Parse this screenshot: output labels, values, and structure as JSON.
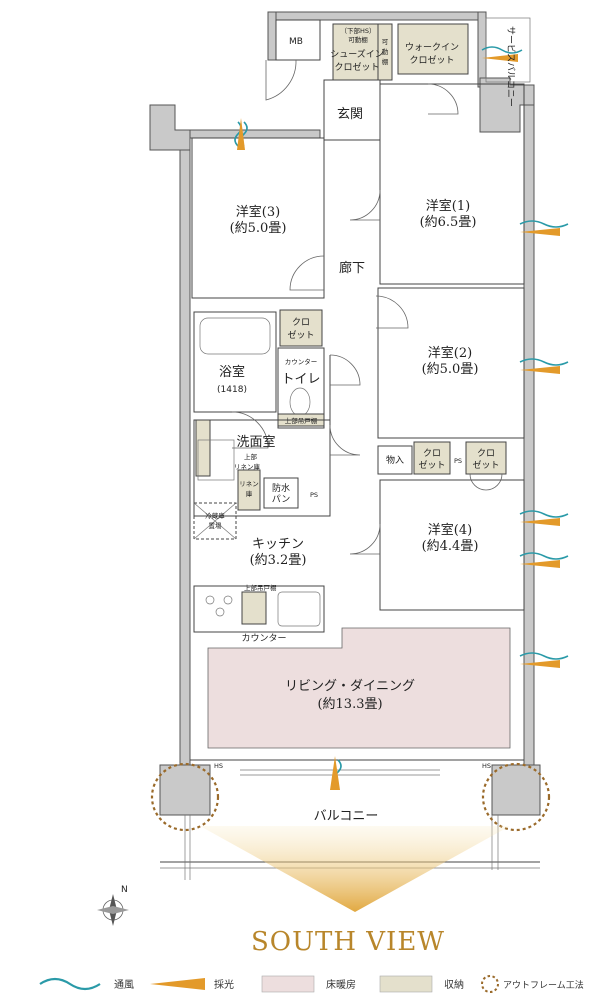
{
  "rooms": {
    "mb": "MB",
    "shoes_closet_note": "（下部HS）",
    "shoes_closet_note2": "可動棚",
    "shoes_closet_l1": "シューズイン",
    "shoes_closet_l2": "クロゼット",
    "shoes_side_a": "可",
    "shoes_side_b": "動",
    "shoes_side_c": "棚",
    "walkin_l1": "ウォークイン",
    "walkin_l2": "クロゼット",
    "service_balcony": "サービスバルコニー",
    "entrance": "玄関",
    "western3_name": "洋室(3)",
    "western3_size": "(約5.0畳)",
    "western1_name": "洋室(1)",
    "western1_size": "(約6.5畳)",
    "corridor": "廊下",
    "closet_a_l1": "クロ",
    "closet_a_l2": "ゼット",
    "bath_name": "浴室",
    "bath_size": "(1418)",
    "counter_small": "カウンター",
    "toilet": "トイレ",
    "upper_cabinet_toilet": "上部吊戸棚",
    "western2_name": "洋室(2)",
    "western2_size": "(約5.0畳)",
    "washroom": "洗面室",
    "upper_linen_l1": "上部",
    "upper_linen_l2": "リネン庫",
    "linen_l1": "リネン",
    "linen_l2": "庫",
    "waterproof_l1": "防水",
    "waterproof_l2": "パン",
    "ps1": "PS",
    "storage_mono": "物入",
    "closet_b_l1": "クロ",
    "closet_b_l2": "ゼット",
    "ps2": "PS",
    "closet_c_l1": "クロ",
    "closet_c_l2": "ゼット",
    "fridge_l1": "冷蔵庫",
    "fridge_l2": "置場",
    "kitchen_name": "キッチン",
    "kitchen_size": "(約3.2畳)",
    "western4_name": "洋室(4)",
    "western4_size": "(約4.4畳)",
    "upper_cabinet_kitchen": "上部吊戸棚",
    "counter": "カウンター",
    "living_name": "リビング・ダイニング",
    "living_size": "(約13.3畳)",
    "hs_left": "HS",
    "hs_right": "HS",
    "balcony": "バルコニー"
  },
  "compass": {
    "north": "N"
  },
  "south_view": "SOUTH VIEW",
  "legend": {
    "ventilation": "通風",
    "daylight": "採光",
    "floor_heating": "床暖房",
    "storage": "収納",
    "outframe": "アウトフレーム工法"
  },
  "colors": {
    "ventilation": "#2a9aa8",
    "daylight": "#e39a2a",
    "floor_heating": "#eddede",
    "storage": "#e4e0cc",
    "outframe": "#9a6a2a",
    "south_text": "#b8862b"
  }
}
